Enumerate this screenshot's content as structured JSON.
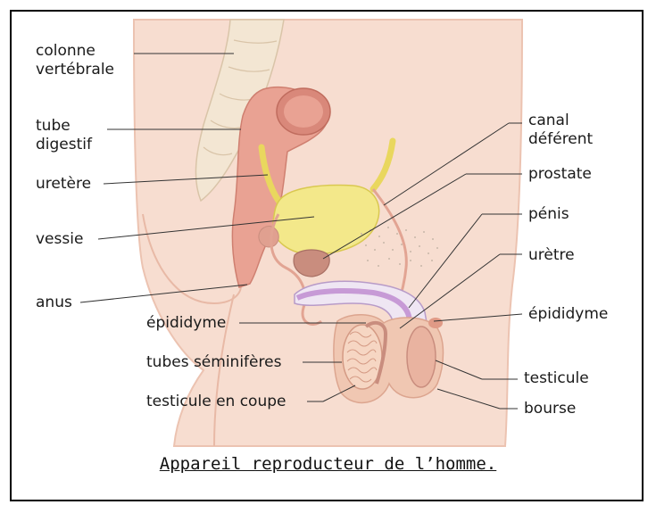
{
  "labels": {
    "colonne_vertebrale": [
      "colonne",
      "vertébrale"
    ],
    "tube_digestif": [
      "tube",
      "digestif"
    ],
    "uretere": "uretère",
    "vessie": "vessie",
    "anus": "anus",
    "epididyme_left": "épididyme",
    "tubes_seminiferes": "tubes séminifères",
    "testicule_coupe": "testicule en coupe",
    "canal_deferent": [
      "canal",
      "déférent"
    ],
    "prostate": "prostate",
    "penis": "pénis",
    "uretre": "urètre",
    "epididyme_right": "épididyme",
    "testicule": "testicule",
    "bourse": "bourse"
  },
  "caption": "Appareil reproducteur de l’homme.",
  "colors": {
    "skin": "#f7ddd0",
    "skin_edge": "#e8b9a6",
    "spine": "#f3e6d3",
    "bladder": "#f3e88a",
    "digestive": "#e9a293",
    "prostate": "#c98d7e",
    "urethra": "#c79ad6",
    "duct": "#e2a493"
  }
}
